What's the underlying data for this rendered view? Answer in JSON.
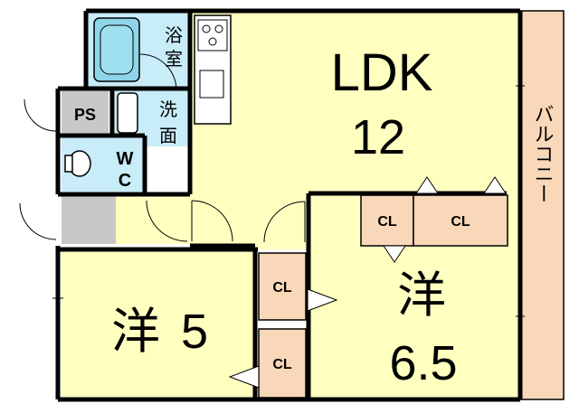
{
  "rooms": {
    "ldk": {
      "name": "LDK",
      "size": "12"
    },
    "western_left": {
      "name": "洋",
      "size": "5"
    },
    "western_right": {
      "name": "洋",
      "size": "6.5"
    },
    "bath": {
      "line1": "浴",
      "line2": "室"
    },
    "washroom": {
      "line1": "洗",
      "line2": "面"
    },
    "toilet": {
      "line1": "W",
      "line2": "C"
    },
    "ps": {
      "label": "PS"
    },
    "balcony": {
      "label": "バルコニー"
    }
  },
  "closets": {
    "label": "CL"
  },
  "colors": {
    "room_fill": "#ffffc0",
    "closet_fill": "#f8d8b8",
    "wet_fill": "#c8ecf8",
    "corridor_fill": "#c8c8c8",
    "wall": "#000000"
  }
}
